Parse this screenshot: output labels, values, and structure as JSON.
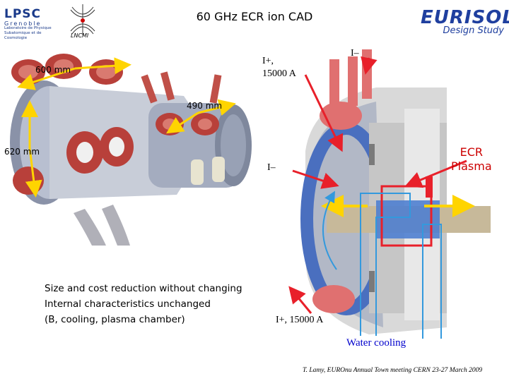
{
  "header": {
    "title": "60 GHz ECR ion CAD",
    "lpsc_logo": "LPSC",
    "lpsc_city": "Grenoble",
    "lpsc_sub1": "Laboratoire de Physique",
    "lpsc_sub2": "Subatomique et de Cosmologie",
    "lncmi_logo": "LNCMI",
    "eurisol_logo": "EURISOL",
    "eurisol_sub": "Design Study"
  },
  "labels": {
    "dim_600": "600 mm",
    "dim_490": "490 mm",
    "dim_620": "620 mm",
    "i_plus_top_1": "I+,",
    "i_plus_top_2": "15000 A",
    "i_minus_top": "I–",
    "i_minus_mid": "I–",
    "ecr_1": "ECR",
    "ecr_2": "Plasma",
    "i_plus_bottom": "I+, 15000 A",
    "water": "Water cooling"
  },
  "caption": {
    "line1": "Size and cost reduction without changing",
    "line2": "Internal characteristics unchanged",
    "line3": "(B, cooling, plasma chamber)"
  },
  "footer": "T. Lamy, EUROnu Annual Town meeting CERN 23-27 March 2009",
  "colors": {
    "accent_yellow": "#ffd400",
    "accent_red": "#e8202a",
    "accent_blue": "#1f3f9f",
    "water_blue": "#0000cc"
  }
}
